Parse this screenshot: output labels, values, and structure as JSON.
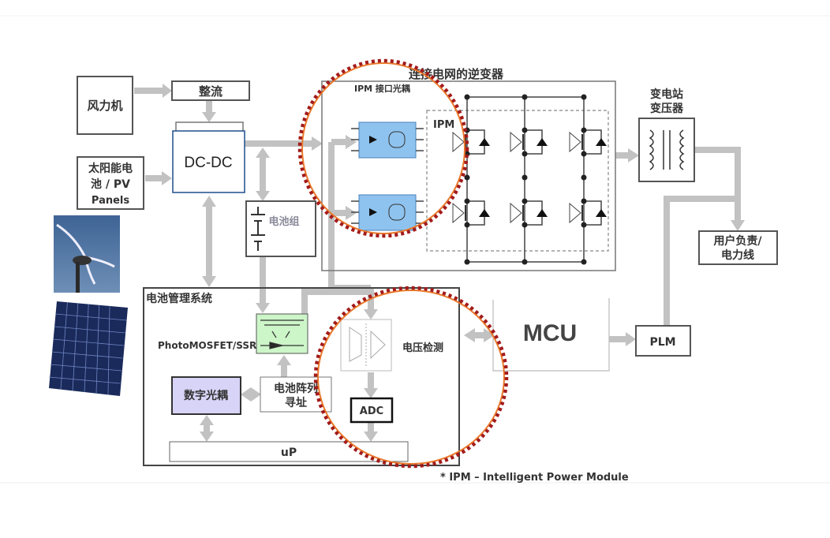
{
  "diagram": {
    "inverter_title": "连接电网的逆变器",
    "ipm_interface_label": "IPM 接口光耦",
    "ipm_label": "IPM",
    "wind_turbine": "风力机",
    "rectifier": "整流",
    "solar_lines": [
      "太阳能电",
      "池 / PV",
      "Panels"
    ],
    "dcdc": "DC-DC",
    "battery_pack": "电池组",
    "substation_lines": [
      "变电站",
      "变压器"
    ],
    "user_load_lines": [
      "用户负责/",
      "电力线"
    ],
    "mcu": "MCU",
    "plm": "PLM",
    "bms_title": "电池管理系统",
    "photomosfet": "PhotoMOSFET/SSR",
    "voltage_detect": "电压检测",
    "digital_optocoupler": "数字光耦",
    "array_addressing_lines": [
      "电池阵列",
      "寻址"
    ],
    "adc": "ADC",
    "up": "uP",
    "footnote": "* IPM – Intelligent Power Module"
  },
  "colors": {
    "arrow": "#c2c2c2",
    "optocoupler_fill": "#8fc3ef",
    "photomosfet_fill": "#ccf5c8",
    "digital_optocoupler_fill": "#d8d4f7",
    "highlight_dotted": "#a31b1b",
    "highlight_solid": "#ea7a2c",
    "dcdc_border": "#1f4e8c"
  }
}
